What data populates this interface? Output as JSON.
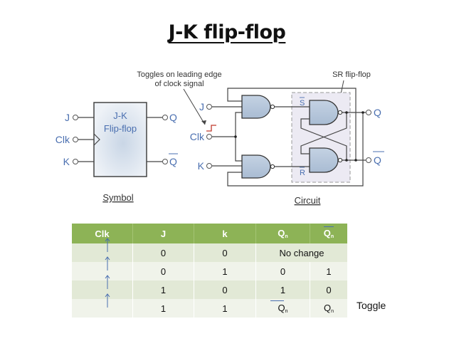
{
  "title": "J-K flip-flop",
  "symbol": {
    "box_line1": "J-K",
    "box_line2": "Flip-flop",
    "inputs": [
      "J",
      "Clk",
      "K"
    ],
    "outputs": [
      "Q",
      "Q"
    ],
    "caption": "Symbol"
  },
  "circuit": {
    "annotation_line1": "Toggles on leading edge",
    "annotation_line2": "of clock signal",
    "sr_label": "SR flip-flop",
    "inputs": [
      "J",
      "Clk",
      "K"
    ],
    "outputs": [
      "Q",
      "Q"
    ],
    "s_bar": "S",
    "r_bar": "R",
    "caption": "Circuit"
  },
  "truth_table": {
    "headers": [
      "Clk",
      "J",
      "k",
      "Q",
      "Q"
    ],
    "header_subscripts": [
      "",
      "",
      "",
      "n",
      "n"
    ],
    "rows": [
      {
        "clk": "↑",
        "j": "0",
        "k": "0",
        "merged": "No change"
      },
      {
        "clk": "↑",
        "j": "0",
        "k": "1",
        "q": "0",
        "qbar": "1"
      },
      {
        "clk": "↑",
        "j": "1",
        "k": "0",
        "q": "1",
        "qbar": "0"
      },
      {
        "clk": "↑",
        "j": "1",
        "k": "1",
        "q": "Q",
        "q_sub": "n",
        "qbar": "Q",
        "qbar_sub": "n"
      }
    ],
    "note": "Toggle"
  },
  "colors": {
    "header_green": "#8db356",
    "row_dark": "#e2e9d6",
    "row_light": "#f0f3ea",
    "label_blue": "#4a6fb0",
    "gate_fill": "#b8c8dc",
    "clock_edge": "#c0392b"
  }
}
